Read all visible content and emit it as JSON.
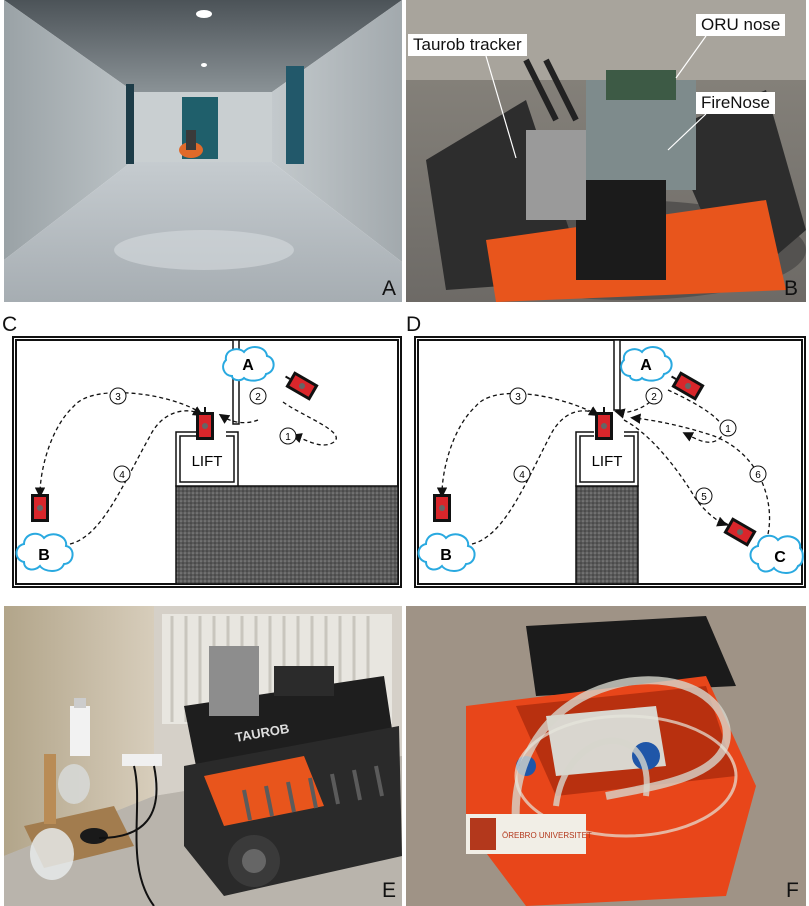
{
  "panels": {
    "a": {
      "label": "A"
    },
    "b": {
      "label": "B",
      "callouts": {
        "tracker": "Taurob tracker",
        "oru_nose": "ORU nose",
        "firenose": "FireNose"
      }
    },
    "c": {
      "label": "C",
      "lift": "LIFT",
      "loc_a": "A",
      "loc_b": "B",
      "steps": [
        "1",
        "2",
        "3",
        "4"
      ]
    },
    "d": {
      "label": "D",
      "lift": "LIFT",
      "loc_a": "A",
      "loc_b": "B",
      "loc_c": "C",
      "steps": [
        "1",
        "2",
        "3",
        "4",
        "5",
        "6"
      ]
    },
    "e": {
      "label": "E",
      "robot_brand": "TAUROB"
    },
    "f": {
      "label": "F",
      "sticker_text": "ÖREBRO UNIVERSITET"
    }
  },
  "colors": {
    "robot": "#d9262b",
    "cloud": "#29a9e0",
    "hatch": "#555555",
    "accent_orange": "#e8551c"
  }
}
